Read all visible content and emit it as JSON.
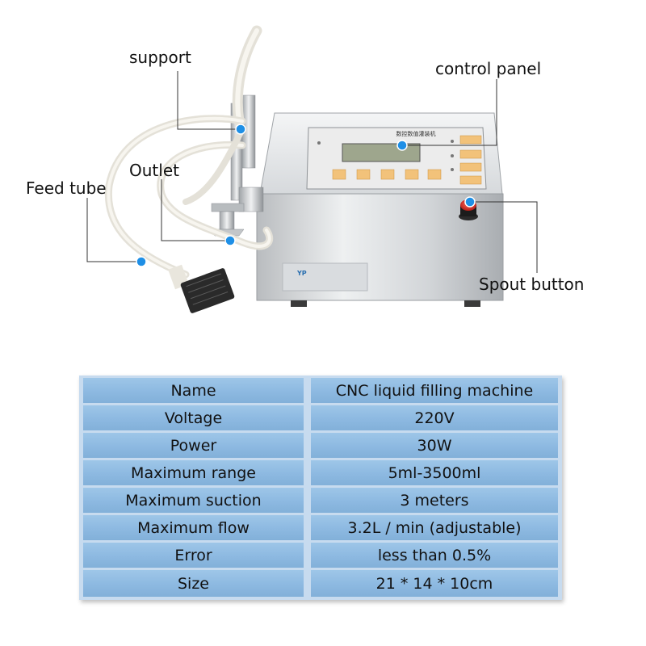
{
  "callouts": {
    "support": "support",
    "outlet": "Outlet",
    "feed_tube": "Feed tube",
    "control_panel": "control panel",
    "spout_button": "Spout button"
  },
  "panel": {
    "title": "数控数值灌装机",
    "brand_mark": "YP"
  },
  "specs": [
    {
      "key": "Name",
      "value": "CNC liquid filling machine"
    },
    {
      "key": "Voltage",
      "value": "220V"
    },
    {
      "key": "Power",
      "value": "30W"
    },
    {
      "key": "Maximum range",
      "value": "5ml-3500ml"
    },
    {
      "key": "Maximum suction",
      "value": "3 meters"
    },
    {
      "key": "Maximum flow",
      "value": "3.2L / min (adjustable)"
    },
    {
      "key": "Error",
      "value": "less than 0.5%"
    },
    {
      "key": "Size",
      "value": "21 * 14 * 10cm"
    }
  ],
  "colors": {
    "callout_dot": "#1e8fe6",
    "table_cell": "#8db9e1",
    "table_frame": "#c7dbef",
    "spout_button": "#e8423c"
  }
}
